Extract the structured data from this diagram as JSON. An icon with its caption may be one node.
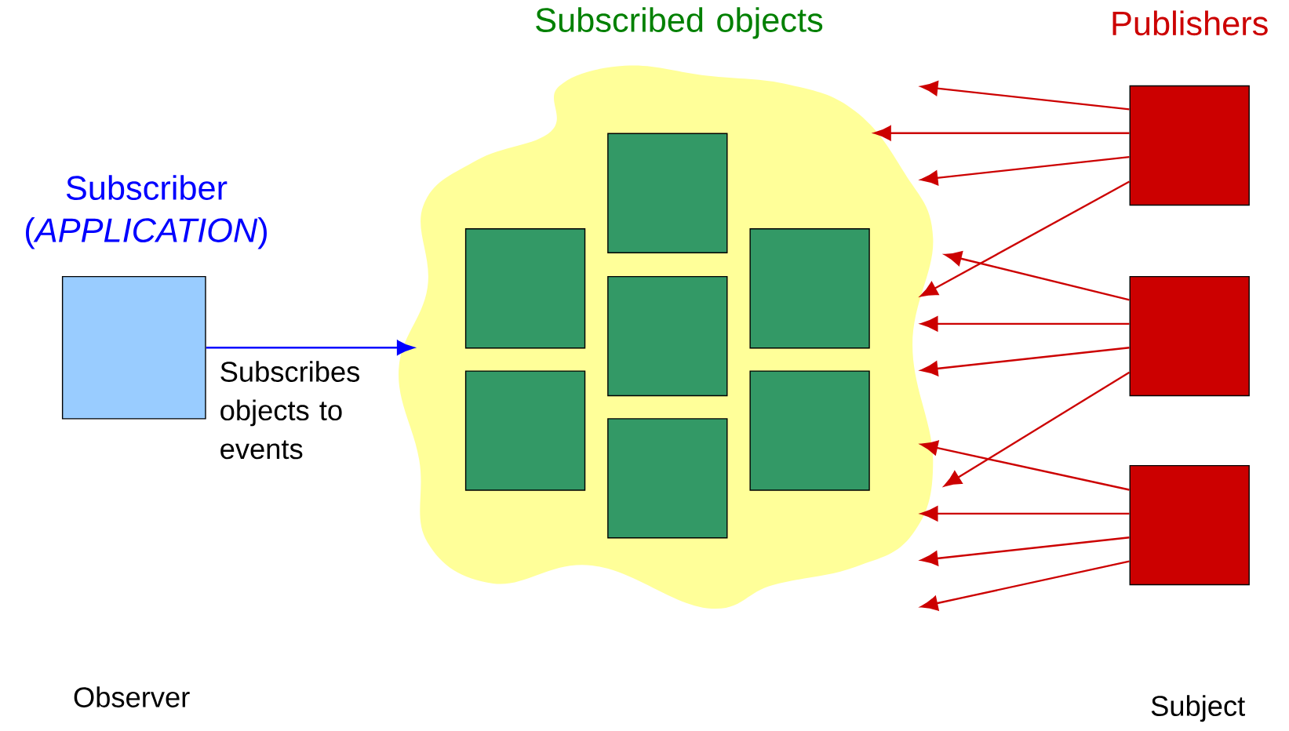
{
  "diagram": {
    "nodes": [
      {
        "text": [
          "Subscribed objects"
        ]
      },
      {
        "text": [],
        "shape": "box",
        "in": 0
      },
      {
        "text": [],
        "shape": "box",
        "in": 0
      },
      {
        "text": [],
        "shape": "box",
        "in": 0
      },
      {
        "text": [],
        "shape": "box",
        "in": 0
      },
      {
        "text": [],
        "shape": "box",
        "in": 0
      },
      {
        "text": [],
        "shape": "box",
        "in": 0
      },
      {
        "text": [],
        "shape": "box",
        "in": 0
      },
      {
        "text": [
          "Subscriber (*APPLICATION*)"
        ]
      },
      {
        "text": [],
        "shape": "box"
      },
      {
        "text": [],
        "shape": "box"
      },
      {
        "text": [],
        "shape": "box"
      }
    ],
    "edges": [
      {
        "from": 8,
        "to": 0,
        "arrow": "to",
        "label": "Subscribes objects to events",
        "color": "#0000ff"
      },
      {
        "from": 9,
        "to": 0,
        "arrow": "to"
      },
      {
        "from": 9,
        "to": 0,
        "arrow": "to"
      },
      {
        "from": 9,
        "to": 0,
        "arrow": "to"
      },
      {
        "from": 9,
        "to": 0,
        "arrow": "to"
      },
      {
        "from": 10,
        "to": 0,
        "arrow": "to"
      },
      {
        "from": 10,
        "to": 0,
        "arrow": "to"
      },
      {
        "from": 10,
        "to": 0,
        "arrow": "to"
      },
      {
        "from": 10,
        "to": 0,
        "arrow": "to"
      },
      {
        "from": 11,
        "to": 0,
        "arrow": "to"
      },
      {
        "from": 11,
        "to": 0,
        "arrow": "to"
      },
      {
        "from": 11,
        "to": 0,
        "arrow": "to"
      },
      {
        "from": 11,
        "to": 0,
        "arrow": "to"
      }
    ],
    "labels": [
      "Publishers",
      "Observer",
      "Subject"
    ]
  }
}
